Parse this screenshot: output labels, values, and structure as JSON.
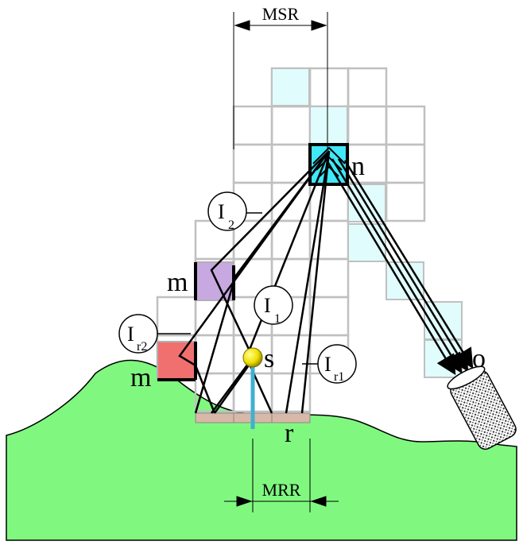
{
  "labels": {
    "msr": "MSR",
    "mrr": "MRR",
    "n": "n",
    "m_upper": "m",
    "m_lower": "m",
    "s": "s",
    "r": "r",
    "o": "o",
    "i2": {
      "main": "I",
      "sub": "2"
    },
    "i1": {
      "main": "I",
      "sub": "1"
    },
    "ir2": {
      "main": "I",
      "sub": "r2"
    },
    "ir1": {
      "main": "I",
      "sub": "r1"
    }
  },
  "colors": {
    "ground": "#80f880",
    "grid": "#c0c0c0",
    "highlight_cell": "#e0fcfc",
    "target_cell": "#40e8f8",
    "mirror_upper": "#c8a8e0",
    "mirror_lower": "#f07070",
    "source": "#f0e000",
    "receiver_strip": "#d8b8a8",
    "stem": "#40b0d0"
  }
}
